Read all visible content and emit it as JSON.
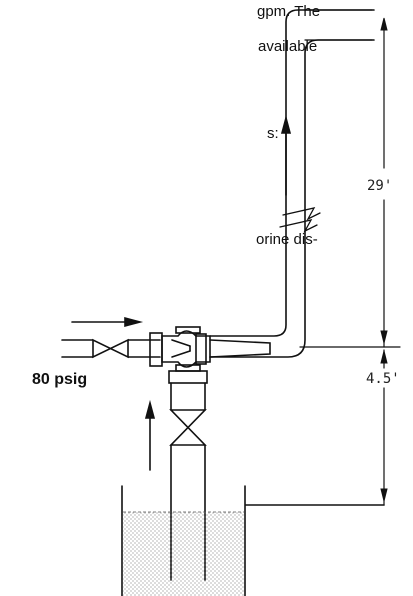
{
  "text_fragments": [
    "gpm. The",
    "available",
    "s:",
    "orine dis-"
  ],
  "labels": {
    "pressure": "80 psig",
    "rise": "29'",
    "suction_lift": "4.5'"
  }
}
